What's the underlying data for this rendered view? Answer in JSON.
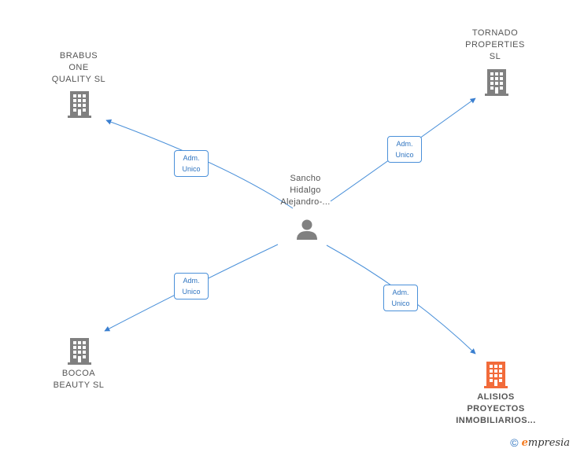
{
  "center": {
    "name": "Sancho\nHidalgo\nAlejandro-..."
  },
  "nodes": {
    "brabus": {
      "name": "BRABUS\nONE\nQUALITY  SL"
    },
    "tornado": {
      "name": "TORNADO\nPROPERTIES\nSL"
    },
    "bocoa": {
      "name": "BOCOA\nBEAUTY  SL"
    },
    "alisios": {
      "name": "ALISIOS\nPROYECTOS\nINMOBILIARIOS..."
    }
  },
  "edges": {
    "brabus": {
      "line1": "Adm.",
      "line2": "Unico"
    },
    "tornado": {
      "line1": "Adm.",
      "line2": "Unico"
    },
    "bocoa": {
      "line1": "Adm.",
      "line2": "Unico"
    },
    "alisios": {
      "line1": "Adm.",
      "line2": "Unico"
    }
  },
  "colors": {
    "edge": "#4a90d9",
    "building": "#808080",
    "building_highlight": "#f26b3a",
    "person": "#808080"
  },
  "icons": {
    "company": "building-icon",
    "person": "person-icon",
    "copyright": "copyright-icon"
  },
  "footer": {
    "copyright": "©",
    "brand_initial": "e",
    "brand_rest": "mpresia"
  }
}
